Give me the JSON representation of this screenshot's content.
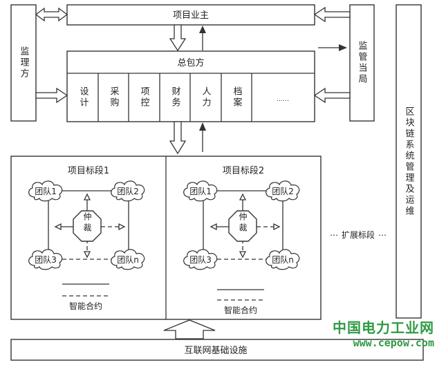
{
  "top": {
    "owner": "项目业主",
    "general_contractor": "总包方",
    "supervisor": "监理方",
    "regulator": "监管当局",
    "blockchain_admin": "区块链系统管理及运维"
  },
  "departments": [
    "设计",
    "采购",
    "项控",
    "财务",
    "人力",
    "档案",
    "……"
  ],
  "sections": [
    {
      "title": "项目标段1",
      "teams": [
        "团队1",
        "团队2",
        "团队3",
        "团队n"
      ],
      "arbitration": "仲裁",
      "contract": "智能合约"
    },
    {
      "title": "项目标段2",
      "teams": [
        "团队1",
        "团队2",
        "团队3",
        "团队n"
      ],
      "arbitration": "仲裁",
      "contract": "智能合约"
    }
  ],
  "extension": "扩展标段",
  "infrastructure": "互联网基础设施",
  "watermark": {
    "name": "中国电力工业网",
    "url": "www.cepow.com"
  }
}
